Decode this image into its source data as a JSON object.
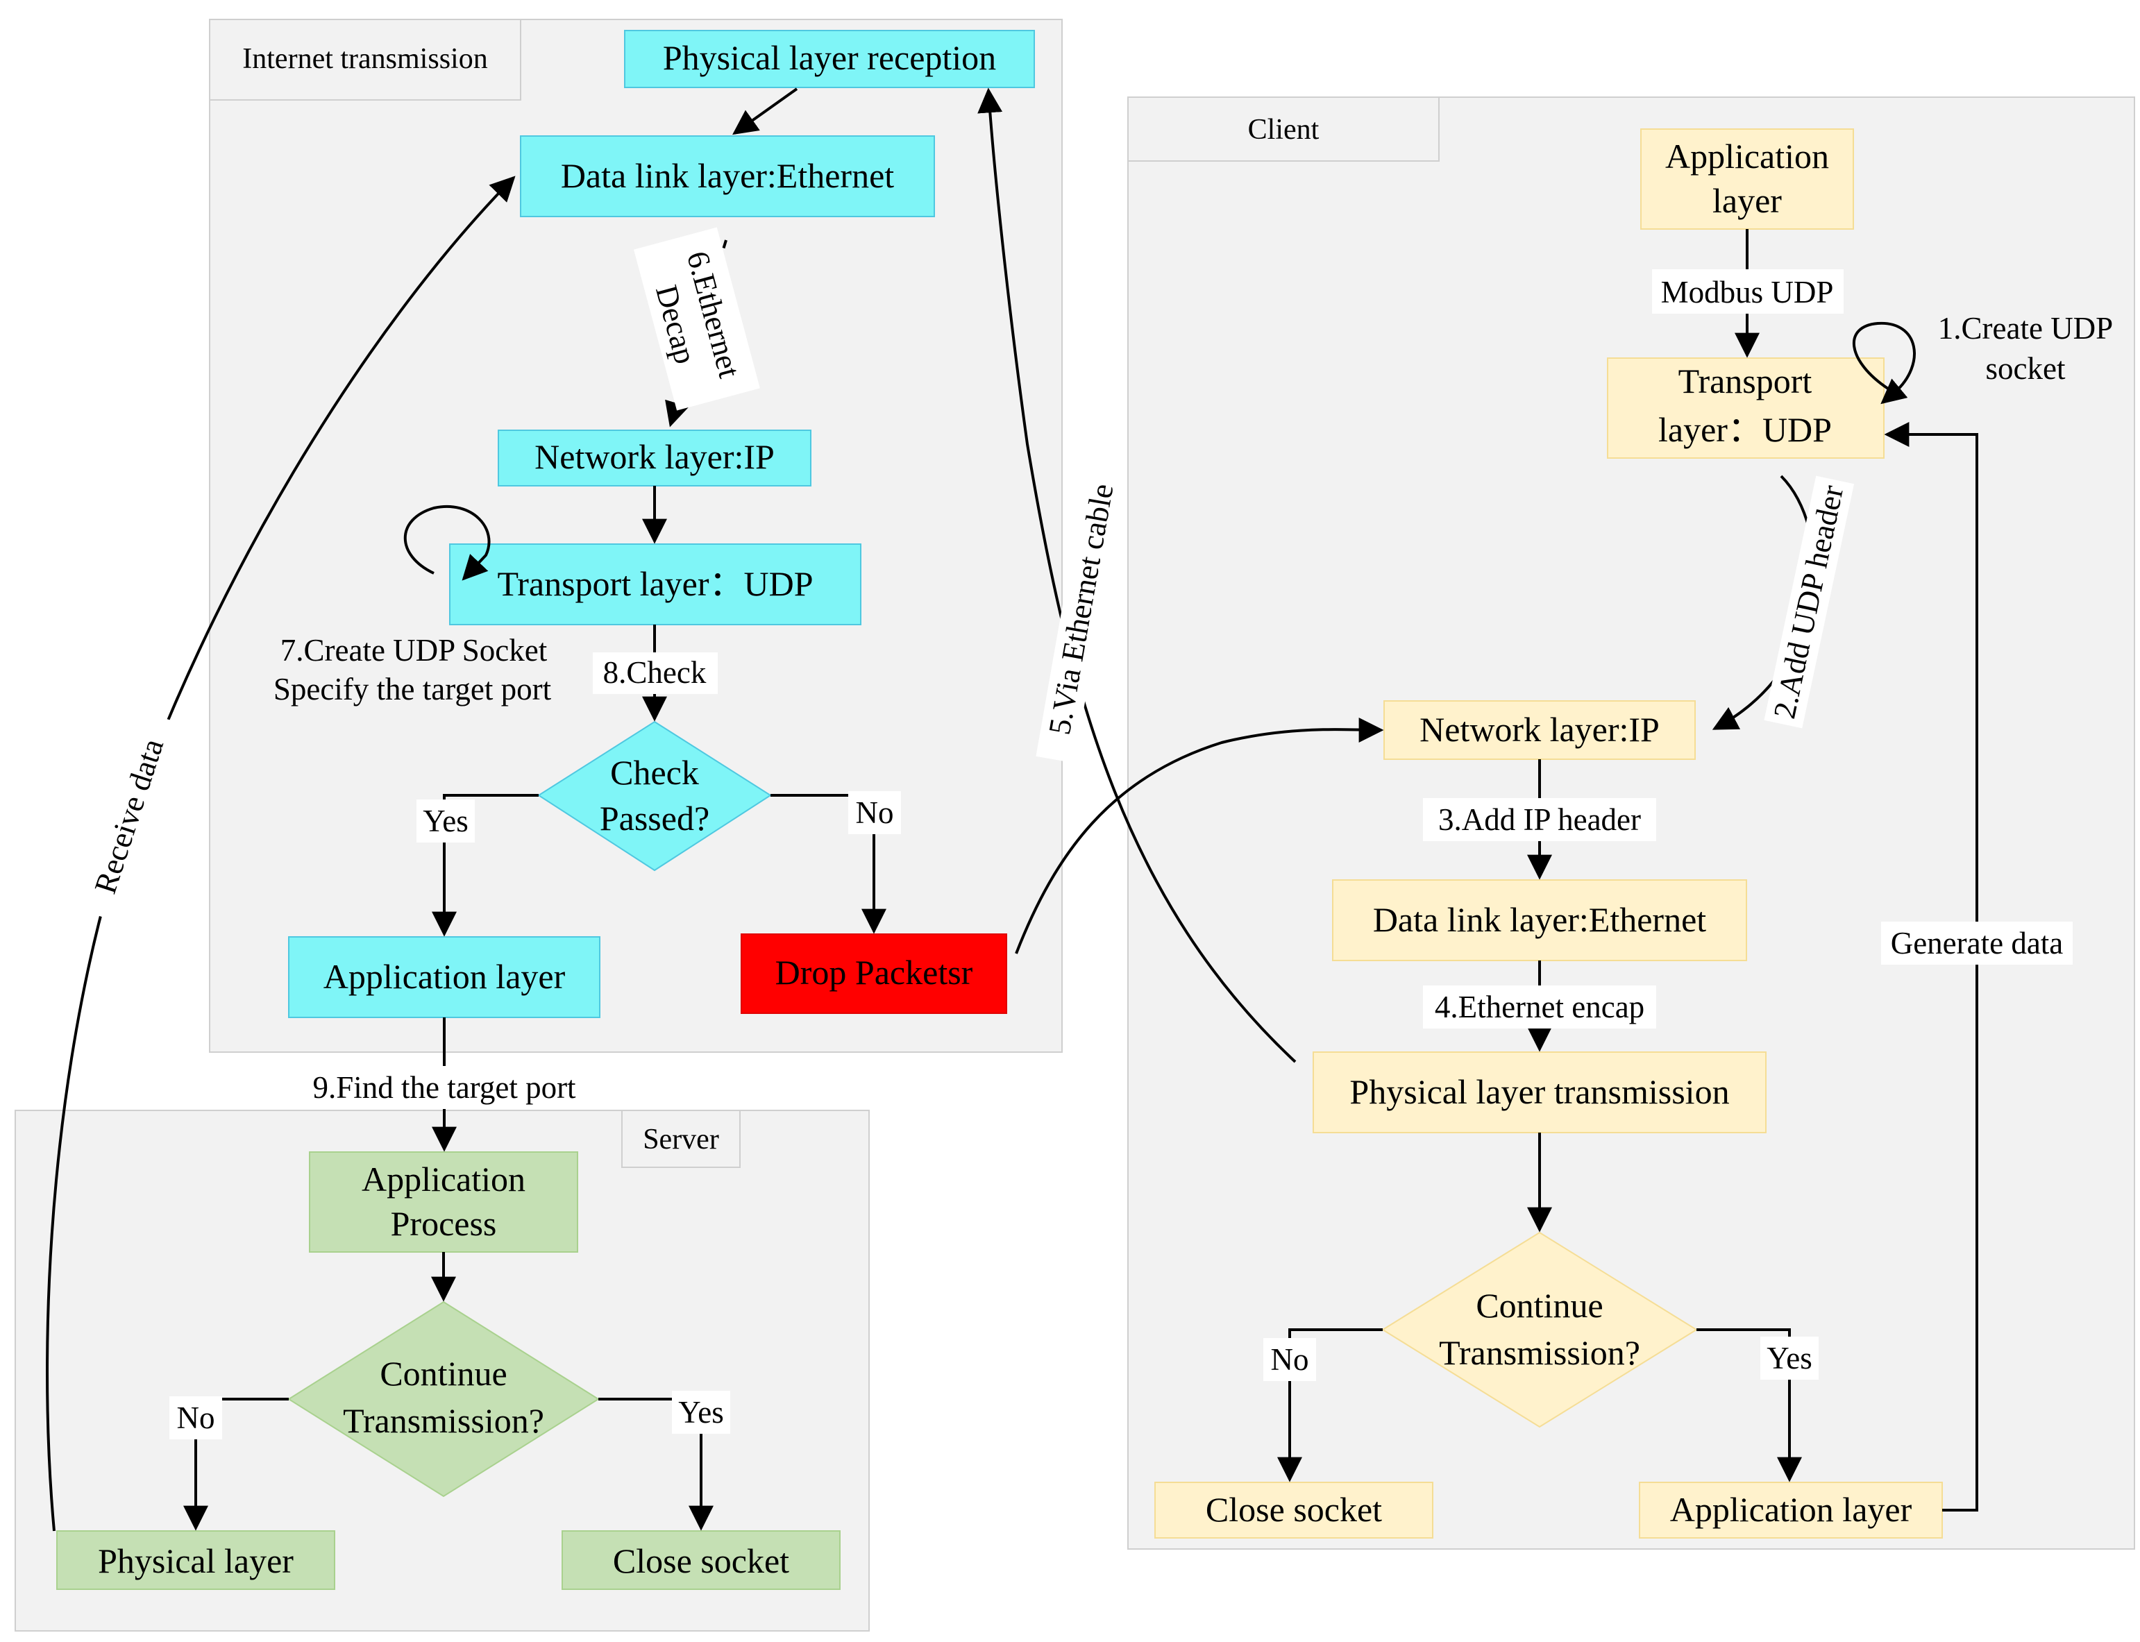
{
  "colors": {
    "panel": "#f2f2f2",
    "panel_border": "#cfcfcf",
    "cyan": "#7ff5f7",
    "cyan_border": "#4fc8e0",
    "yellow": "#fff2cc",
    "yellow_border": "#f5dd95",
    "green": "#c5e0b4",
    "green_border": "#a9d18e",
    "red": "#ff0000",
    "red_border": "#e00000"
  },
  "panels": {
    "internet": "Internet transmission",
    "client": "Client",
    "server": "Server"
  },
  "internet": {
    "phys_reception": "Physical layer reception",
    "datalink": "Data link layer:Ethernet",
    "network": "Network layer:IP",
    "transport": "Transport layer：UDP",
    "check": [
      "Check",
      "Passed?"
    ],
    "app": "Application layer",
    "drop": "Drop Packetsr"
  },
  "client": {
    "app": [
      "Application",
      "layer"
    ],
    "transport": [
      "Transport",
      "layer：UDP"
    ],
    "network": "Network layer:IP",
    "datalink": "Data link layer:Ethernet",
    "phys_tx": "Physical layer transmission",
    "cont": [
      "Continue",
      "Transmission?"
    ],
    "close": "Close socket",
    "app2": "Application layer"
  },
  "server": {
    "app_process": [
      "Application",
      "Process"
    ],
    "cont": [
      "Continue",
      "Transmission?"
    ],
    "phys": "Physical  layer",
    "close": "Close socket"
  },
  "labels": {
    "modbus": "Modbus UDP",
    "create_udp": [
      "1.Create UDP",
      "socket"
    ],
    "add_udp": "2.Add UDP header",
    "add_ip": "3.Add IP header",
    "eth_encap": "4.Ethernet encap",
    "via_cable": "5.Via Ethernet cable",
    "eth_decap": [
      "6.Ethernet",
      "Decap"
    ],
    "create_socket": [
      "7.Create UDP Socket",
      "Specify the target port"
    ],
    "check": "8.Check",
    "find_port": "9.Find the target port",
    "generate": "Generate data",
    "receive": "Receive data",
    "yes": "Yes",
    "no": "No"
  }
}
